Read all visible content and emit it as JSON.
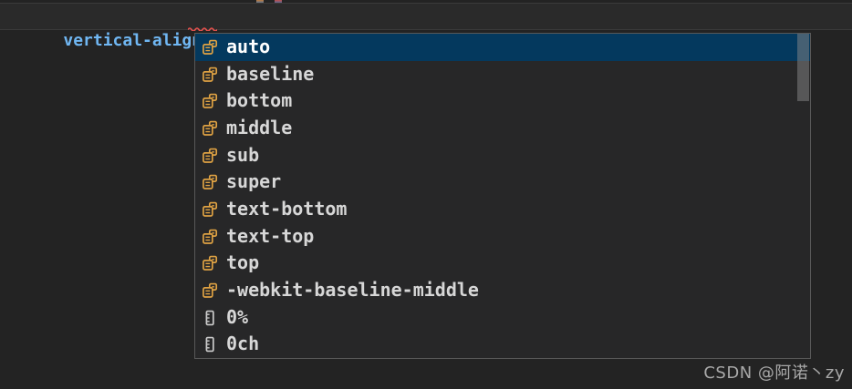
{
  "colors": {
    "editor_bg": "#232323",
    "line_highlight_bg": "#2a2a2a",
    "line_highlight_border": "#3a3a3a",
    "widget_bg": "#272728",
    "widget_border": "#585858",
    "selected_bg": "#04395e",
    "item_text": "#d7d7d7",
    "selected_text": "#ffffff",
    "enum_icon": "#dfa243",
    "unit_icon": "#cccccc",
    "property_blue": "#70b7f3",
    "punctuation": "#d4d4d4",
    "error_red": "#e5514d",
    "watermark": "#a8a8a8"
  },
  "editor": {
    "code_line": {
      "property": "vertical-align",
      "colon": ":",
      "semicolon": ";"
    }
  },
  "suggest": {
    "items": [
      {
        "label": "auto",
        "icon": "enum-value-icon",
        "selected": true
      },
      {
        "label": "baseline",
        "icon": "enum-value-icon",
        "selected": false
      },
      {
        "label": "bottom",
        "icon": "enum-value-icon",
        "selected": false
      },
      {
        "label": "middle",
        "icon": "enum-value-icon",
        "selected": false
      },
      {
        "label": "sub",
        "icon": "enum-value-icon",
        "selected": false
      },
      {
        "label": "super",
        "icon": "enum-value-icon",
        "selected": false
      },
      {
        "label": "text-bottom",
        "icon": "enum-value-icon",
        "selected": false
      },
      {
        "label": "text-top",
        "icon": "enum-value-icon",
        "selected": false
      },
      {
        "label": "top",
        "icon": "enum-value-icon",
        "selected": false
      },
      {
        "label": "-webkit-baseline-middle",
        "icon": "enum-value-icon",
        "selected": false
      },
      {
        "label": "0%",
        "icon": "unit-icon",
        "selected": false
      },
      {
        "label": "0ch",
        "icon": "unit-icon",
        "selected": false
      }
    ]
  },
  "watermark": {
    "text": "CSDN @阿诺丶zy"
  }
}
